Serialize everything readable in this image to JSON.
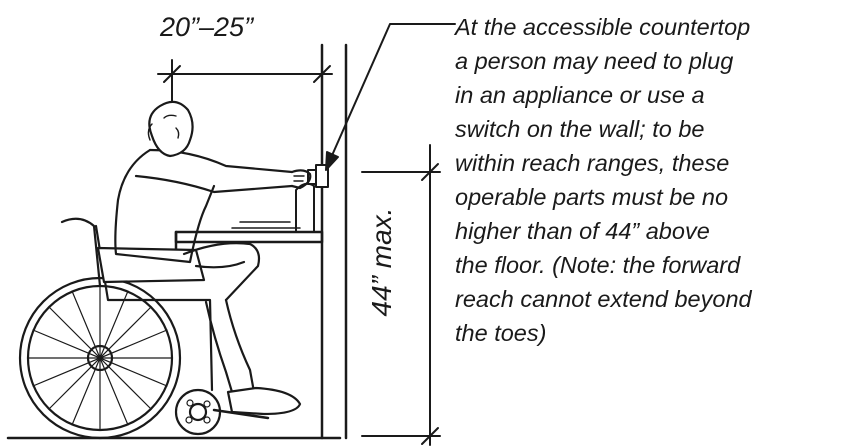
{
  "dimensions": {
    "reach_width": "20”–25”",
    "max_height": "44” max."
  },
  "note": {
    "lines": [
      "At the accessible countertop",
      "a person may need to plug",
      "in an appliance or use a",
      "switch on the wall; to be",
      "within reach ranges, these",
      "operable parts must be no",
      "higher than of 44” above",
      "the floor. (Note: the forward",
      "reach cannot extend beyond",
      "the toes)"
    ]
  },
  "icons": [
    "wheelchair-user-figure",
    "arrow-pointer-icon"
  ],
  "colors": {
    "ink": "#1a1a1a",
    "background": "#ffffff"
  }
}
